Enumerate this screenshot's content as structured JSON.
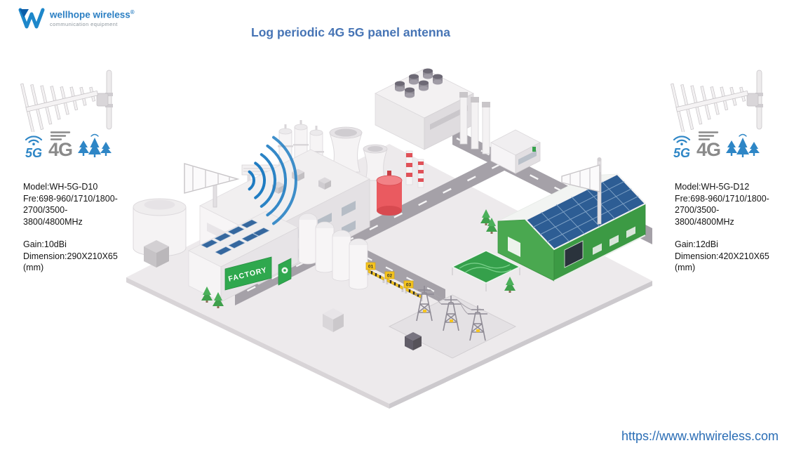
{
  "brand": {
    "name": "wellhope wireless",
    "registered": "®",
    "tagline": "communication equipment"
  },
  "title": "Log periodic 4G 5G panel antenna",
  "products": {
    "left": {
      "model": "Model:WH-5G-D10",
      "fre_line1": "Fre:698-960/1710/1800-",
      "fre_line2": "2700/3500-",
      "fre_line3": "3800/4800MHz",
      "gain": "Gain:10dBi",
      "dimension_line1": "Dimension:290X210X65",
      "dimension_line2": "(mm)",
      "tech_primary": "5G",
      "tech_secondary": "4G"
    },
    "right": {
      "model": "Model:WH-5G-D12",
      "fre_line1": "Fre:698-960/1710/1800-",
      "fre_line2": "2700/3500-",
      "fre_line3": "3800/4800MHz",
      "gain": "Gain:12dBi",
      "dimension_line1": "Dimension:420X210X65",
      "dimension_line2": "(mm)",
      "tech_primary": "5G",
      "tech_secondary": "4G"
    }
  },
  "scene": {
    "factory_sign": "FACTORY",
    "barrier_labels": [
      "01",
      "02",
      "03"
    ]
  },
  "footer": {
    "url": "https://www.whwireless.com"
  },
  "colors": {
    "accent_blue": "#2e86c6",
    "title_blue": "#4674b5",
    "url_blue": "#2a6db5",
    "text_color": "#141414",
    "gray_4g": "#8a8a8a",
    "factory_green": "#2fa84e",
    "warehouse_green": "#3c9a44",
    "solar_blue": "#2d5d94",
    "wave_blue": "#1f7cc2",
    "road_gray": "#a5a1a8",
    "barrier_yellow": "#f5c41f"
  }
}
